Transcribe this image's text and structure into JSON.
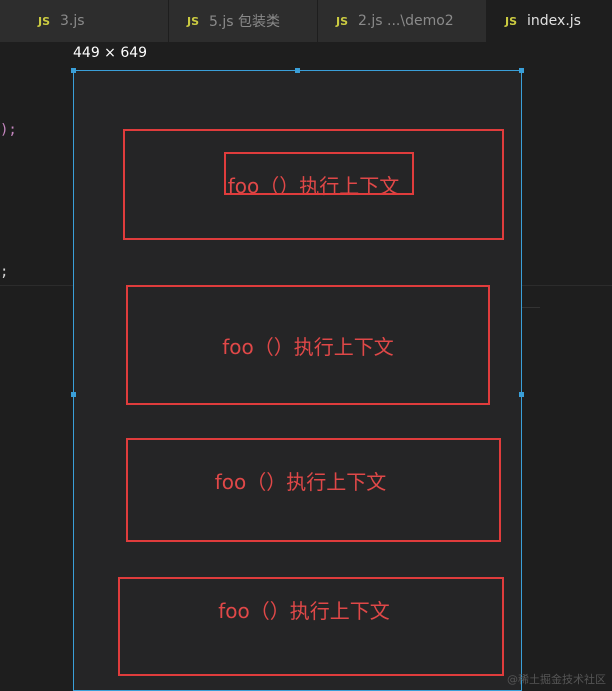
{
  "tabs": [
    {
      "icon": "JS",
      "label": "3.js",
      "active": false
    },
    {
      "icon": "JS",
      "label": "5.js  包装类",
      "active": false
    },
    {
      "icon": "JS",
      "label": "2.js  ...\\demo2",
      "active": false
    },
    {
      "icon": "JS",
      "label": "index.js",
      "active": true
    }
  ],
  "code": {
    "line1": ");",
    "line2": ";"
  },
  "preview": {
    "size_label": "449 × 649"
  },
  "boxes": [
    {
      "text": "foo（）执行上下文"
    },
    {
      "text": "foo（）执行上下文"
    },
    {
      "text": "foo（）执行上下文"
    },
    {
      "text": "foo（）执行上下文"
    }
  ],
  "watermark": "@稀土掘金技术社区",
  "colors": {
    "accent_blue": "#3a9fd8",
    "box_red": "#e03c3c",
    "js_yellow": "#cbcb41"
  }
}
